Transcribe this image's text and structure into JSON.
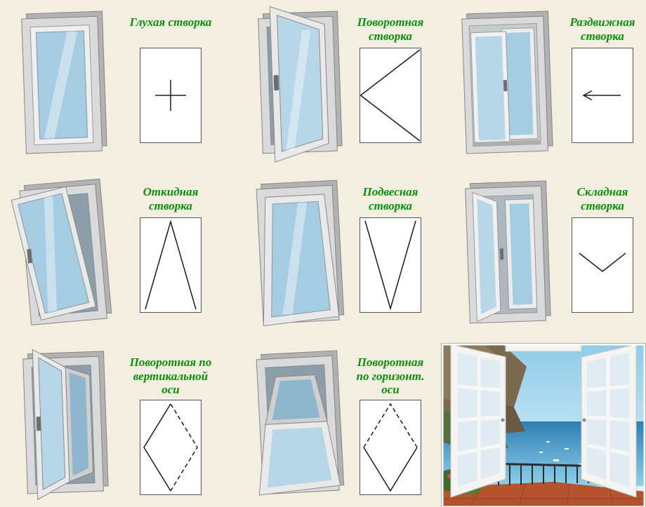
{
  "page": {
    "background_color": "#f2eee0",
    "label_color": "#0b8f0b",
    "glass_color": "#a6cce1",
    "frame_color": "#dadada",
    "schematic_line_color": "#1b1b1b"
  },
  "cells": [
    {
      "id": "fixed",
      "label": "Глухая створка",
      "symbol": "plus-cross"
    },
    {
      "id": "turn",
      "label": "Поворотная створка",
      "symbol": "side-hung-triangle-apex-left"
    },
    {
      "id": "sliding",
      "label": "Раздвижная створка",
      "symbol": "arrow-left"
    },
    {
      "id": "tilt",
      "label": "Откидная створка",
      "symbol": "triangle-apex-up"
    },
    {
      "id": "hung",
      "label": "Подвесная створка",
      "symbol": "triangle-apex-down"
    },
    {
      "id": "folding",
      "label": "Складная створка",
      "symbol": "chevron-down"
    },
    {
      "id": "pivot-vertical",
      "label": "Поворотная по вертикальной оси",
      "symbol": "diamond-dashed-right"
    },
    {
      "id": "pivot-horizontal",
      "label": "Поворотная по горизонт. оси",
      "symbol": "diamond-dashed-top"
    }
  ],
  "photo": {
    "name": "open-window-sea-view"
  }
}
